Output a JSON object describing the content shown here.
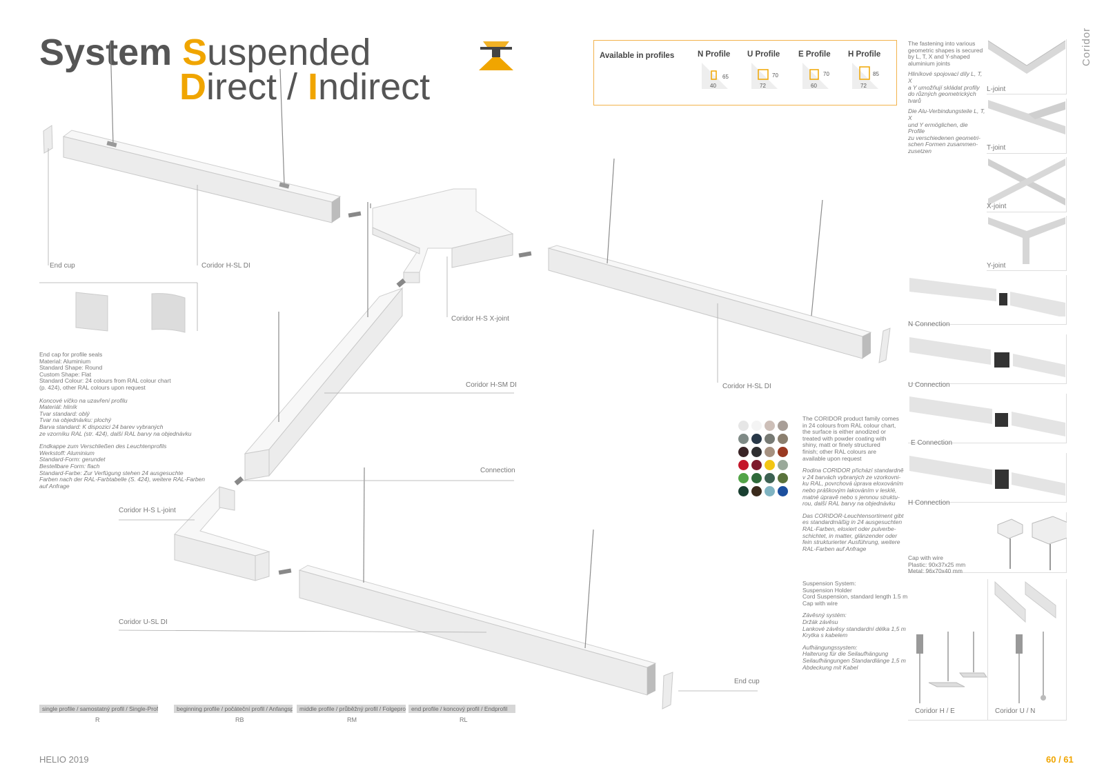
{
  "header": {
    "title_line1_word1": "System",
    "title_line1_initial": "S",
    "title_line1_rest": "uspended",
    "title_line2_initial1": "D",
    "title_line2_rest1": "irect",
    "title_line2_sep": " / ",
    "title_line2_initial2": "I",
    "title_line2_rest2": "ndirect",
    "side_label": "Coridor"
  },
  "profiles": {
    "heading": "Available in profiles",
    "items": [
      {
        "name": "N Profile",
        "height": "65",
        "width": "40"
      },
      {
        "name": "U Profile",
        "height": "70",
        "width": "72"
      },
      {
        "name": "E Profile",
        "height": "70",
        "width": "60"
      },
      {
        "name": "H Profile",
        "height": "85",
        "width": "72"
      }
    ]
  },
  "labels": {
    "end_cup_top": "End cup",
    "hsl_di_top": "Coridor H-SL DI",
    "hs_x_joint": "Coridor H-S X-joint",
    "hsm_di": "Coridor H-SM DI",
    "hsl_di_right": "Coridor H-SL DI",
    "connection": "Connection",
    "hs_l_joint": "Coridor H-S L-joint",
    "usl_di": "Coridor U-SL DI",
    "end_cup_bottom": "End cup"
  },
  "endcap_text": {
    "en": [
      "End cap for profile seals",
      "Material: Aluminium",
      "Standard Shape: Round",
      "Custom Shape: Flat",
      "Standard Colour: 24 colours from RAL colour chart",
      "(p. 424), other RAL colours upon request"
    ],
    "cz": [
      "Koncové víčko na uzavření profilu",
      "Materiál: hliník",
      "Tvar standard: oblý",
      "Tvar na objednávku: plochý",
      "Barva standard: K dispozici 24 barev vybraných",
      "ze vzorníku RAL (str. 424), další RAL barvy na objednávku"
    ],
    "de": [
      "Endkappe zum Verschließen des Leuchtenprofils",
      "Werkstoff: Aluminium",
      "Standard-Form: gerundet",
      "Bestellbare Form: flach",
      "Standard-Farbe: Zur Verfügung stehen 24 ausgesuchte",
      "Farben nach der RAL-Farbtabelle (S. 424), weitere RAL-Farben",
      "auf Anfrage"
    ]
  },
  "joints_text": {
    "en": [
      "The fastening into various",
      "geometric shapes is secured",
      "by L, T, X and Y-shaped",
      "aluminium joints"
    ],
    "cz": [
      "Hliníkové spojovací díly L, T, X",
      "a Y umožňují skládat profily",
      "do různých geometrických",
      "tvarů"
    ],
    "de": [
      "Die Alu-Verbindungsteile L, T, X",
      "und Y ermöglichen, die Profile",
      "zu verschiedenen geometri-",
      "schen Formen zusammen-",
      "zusetzen"
    ]
  },
  "joint_thumbs": [
    "L-joint",
    "T-joint",
    "X-joint",
    "Y-joint"
  ],
  "connection_thumbs": [
    "N Connection",
    "U Connection",
    "E Connection",
    "H Connection"
  ],
  "cap_with_wire": [
    "Cap with wire",
    "Plastic: 90x37x25 mm",
    "Metal:  96x70x40 mm"
  ],
  "colour_text": {
    "en": [
      "The CORIDOR product family comes",
      "in 24 colours from RAL colour chart,",
      "the surface is either anodized or",
      "treated with powder coating with",
      "shiny, matt or finely structured",
      "finish; other RAL colours are",
      "available upon request"
    ],
    "cz": [
      "Rodina CORIDOR přichází standardně",
      "v 24 barvách vybraných ze vzorkovni-",
      "ku RAL, povrchová úprava eloxováním",
      "nebo práškovým lakováním v lesklé,",
      "matné úpravě nebo s jemnou struktu-",
      "rou, další RAL barvy na objednávku"
    ],
    "de": [
      "Das CORIDOR-Leuchtensortiment gibt",
      "es standardmäßig in 24 ausgesuchten",
      "RAL-Farben, eloxiert oder pulverbe-",
      "schichtet, in matter, glänzender oder",
      "fein strukturierter Ausführung, weitere",
      "RAL-Farben auf Anfrage"
    ]
  },
  "colour_chips": [
    "#e6e6e6",
    "#f4f4f4",
    "#cdbfb8",
    "#a89e97",
    "#7f8a86",
    "#283848",
    "#777a74",
    "#8b7f6e",
    "#3a2426",
    "#2e2e30",
    "#a69180",
    "#9a3a22",
    "#c4162a",
    "#7d1a2c",
    "#f3c614",
    "#9aa99a",
    "#52a447",
    "#2f6a3a",
    "#3c6152",
    "#59723b",
    "#193f30",
    "#3a2a1c",
    "#7fb3c1",
    "#1c4f9e"
  ],
  "suspension_text": {
    "en": [
      "Suspension System:",
      "Suspension Holder",
      "Cord Suspension, standard length 1.5 m",
      "Cap with wire"
    ],
    "cz": [
      "Závěsný systém:",
      "Držák závěsu",
      "Lankové závěsy standardní délka 1,5 m",
      "Krytka s kabelem"
    ],
    "de": [
      "Aufhängungssystem:",
      "Halterung für die Seilaufhängung",
      "Seilaufhängungen Standardlänge 1,5 m",
      "Abdeckung mit Kabel"
    ]
  },
  "suspension_thumbs": [
    "Coridor H / E",
    "Coridor  U / N"
  ],
  "bottom_tabs": [
    {
      "label": "single profile / samostatný profil / Single-Profil",
      "code": "R"
    },
    {
      "label": "beginning profile / počáteční profil / Anfangsprofil",
      "code": "RB"
    },
    {
      "label": "middle profile / průběžný profil / Folgeprofil",
      "code": "RM"
    },
    {
      "label": "end profile / koncový profil / Endprofil",
      "code": "RL"
    }
  ],
  "footer": {
    "left": "HELIO 2019",
    "right": "60 / 61"
  },
  "colors": {
    "accent": "#f0a500",
    "box_border": "#f2b24b"
  }
}
